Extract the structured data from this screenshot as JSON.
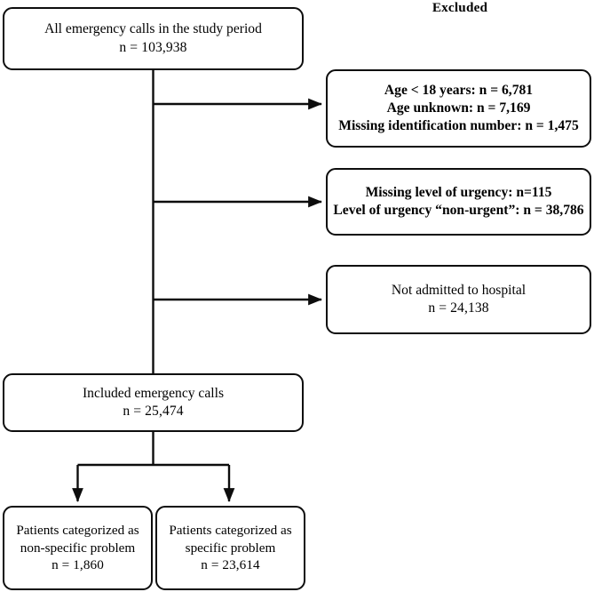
{
  "figure": {
    "type": "flowchart",
    "title_header": "Excluded"
  },
  "nodes": {
    "total": {
      "name": "all-emergency-calls",
      "lines": [
        "All emergency calls in the study period",
        "n = 103,938"
      ]
    },
    "excluded_1": {
      "name": "excluded-age-and-id",
      "lines": [
        "Age < 18 years: n = 6,781",
        "Age unknown:  n = 7,169",
        "Missing identification number: n = 1,475"
      ]
    },
    "excluded_2": {
      "name": "excluded-urgency",
      "lines": [
        "Missing level of urgency: n=115",
        "Level of urgency “non-urgent”: n = 38,786"
      ]
    },
    "excluded_3": {
      "name": "excluded-not-admitted",
      "lines": [
        "Not admitted to hospital",
        "n = 24,138"
      ]
    },
    "included": {
      "name": "included-emergency-calls",
      "lines": [
        "Included emergency calls",
        "n = 25,474"
      ]
    },
    "non_specific": {
      "name": "patients-non-specific-problem",
      "lines": [
        "Patients categorized as",
        "non-specific problem",
        "n = 1,860"
      ]
    },
    "specific": {
      "name": "patients-specific-problem",
      "lines": [
        "Patients categorized as",
        "specific problem",
        "n = 23,614"
      ]
    }
  },
  "chart_data": {
    "type": "flowchart",
    "title": "Excluded",
    "nodes": [
      {
        "id": "total",
        "label": "All emergency calls in the study period",
        "n": 103938
      },
      {
        "id": "excluded_1_age_lt18",
        "label": "Age < 18 years",
        "n": 6781
      },
      {
        "id": "excluded_1_age_unknown",
        "label": "Age unknown",
        "n": 7169
      },
      {
        "id": "excluded_1_missing_id",
        "label": "Missing identification number",
        "n": 1475
      },
      {
        "id": "excluded_2_missing_urgency",
        "label": "Missing level of urgency",
        "n": 115
      },
      {
        "id": "excluded_2_non_urgent",
        "label": "Level of urgency “non-urgent”",
        "n": 38786
      },
      {
        "id": "excluded_3_not_admitted",
        "label": "Not admitted to hospital",
        "n": 24138
      },
      {
        "id": "included",
        "label": "Included emergency calls",
        "n": 25474
      },
      {
        "id": "non_specific",
        "label": "Patients categorized as non-specific problem",
        "n": 1860
      },
      {
        "id": "specific",
        "label": "Patients categorized as specific problem",
        "n": 23614
      }
    ],
    "edges": [
      {
        "from": "total",
        "to": "excluded_1_age_lt18"
      },
      {
        "from": "total",
        "to": "excluded_2_missing_urgency"
      },
      {
        "from": "total",
        "to": "excluded_3_not_admitted"
      },
      {
        "from": "total",
        "to": "included"
      },
      {
        "from": "included",
        "to": "non_specific"
      },
      {
        "from": "included",
        "to": "specific"
      }
    ],
    "colors": {
      "stroke": "#0d0d0d",
      "fill": "#ffffff",
      "text": "#000000"
    }
  }
}
